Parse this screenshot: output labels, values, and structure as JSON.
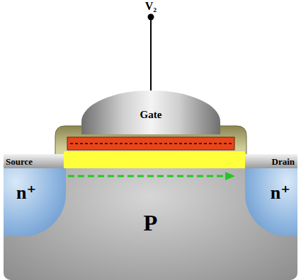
{
  "diagram": {
    "nodes": [
      {
        "text": [
          "Gate"
        ]
      },
      {
        "text": [
          "Source"
        ]
      },
      {
        "text": [
          "Drain"
        ]
      },
      {
        "text": [
          "P"
        ]
      },
      {
        "text": [
          "n⁺"
        ],
        "in": 3
      },
      {
        "text": [
          "n⁺"
        ],
        "in": 3
      }
    ],
    "labels": [
      "V₂"
    ]
  }
}
